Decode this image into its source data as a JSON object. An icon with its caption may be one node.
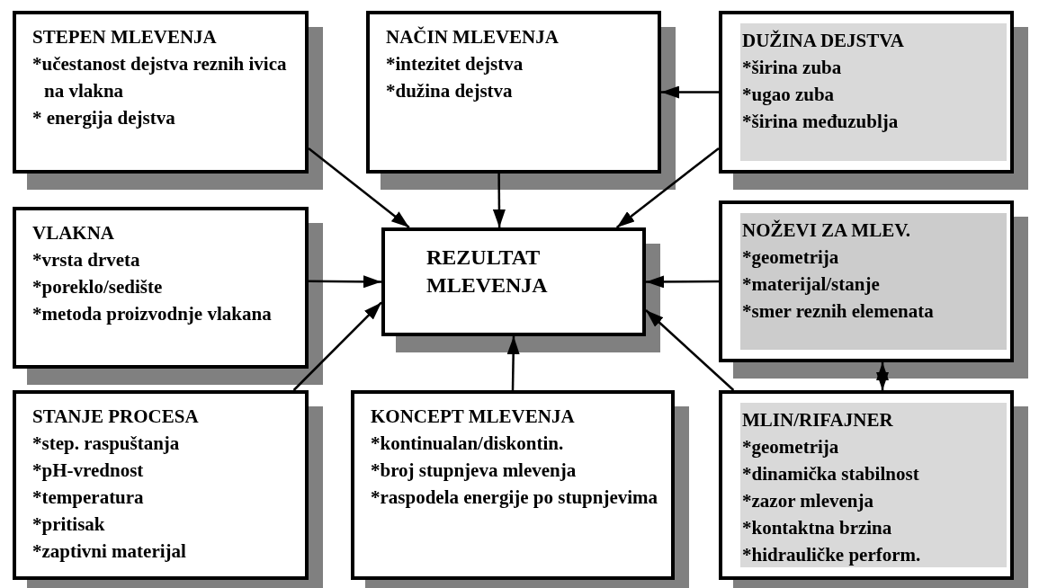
{
  "diagram": {
    "nodes": [
      {
        "text": [
          "STEPEN MLEVENJA",
          "*učestanost dejstva reznih ivica na vlakna",
          "* energija dejstva"
        ]
      },
      {
        "text": [
          "NAČIN MLEVENJA",
          "*intezitet dejstva",
          "*dužina dejstva"
        ]
      },
      {
        "text": [
          "DUŽINA DEJSTVA",
          "*širina zuba",
          "*ugao zuba",
          "*širina međuzublja"
        ]
      },
      {
        "text": [
          "VLAKNA",
          "*vrsta drveta",
          "*poreklo/sedište",
          "*metoda proizvodnje vlakana"
        ]
      },
      {
        "text": [
          "REZULTAT MLEVENJA"
        ]
      },
      {
        "text": [
          "NOŽEVI ZA MLEV.",
          "*geometrija",
          "*materijal/stanje",
          "*smer reznih elemenata"
        ]
      },
      {
        "text": [
          "STANJE PROCESA",
          "*step. raspuštanja",
          "*pH-vrednost",
          "*temperatura",
          "*pritisak",
          "*zaptivni materijal"
        ]
      },
      {
        "text": [
          "KONCEPT MLEVENJA",
          "*kontinualan/diskontin.",
          "*broj stupnjeva mlevenja",
          "*raspodela energije po stupnjevima"
        ]
      },
      {
        "text": [
          "MLIN/RIFAJNER",
          "*geometrija",
          "*dinamička stabilnost",
          "*zazor mlevenja",
          "*kontaktna brzina",
          "*hidrauličke perform."
        ]
      }
    ],
    "edges": [
      {
        "from": 0,
        "to": 4,
        "arrow": "to"
      },
      {
        "from": 1,
        "to": 4,
        "arrow": "to"
      },
      {
        "from": 2,
        "to": 1,
        "arrow": "to"
      },
      {
        "from": 2,
        "to": 4,
        "arrow": "to"
      },
      {
        "from": 3,
        "to": 4,
        "arrow": "to"
      },
      {
        "from": 5,
        "to": 4,
        "arrow": "to"
      },
      {
        "from": 6,
        "to": 4,
        "arrow": "to"
      },
      {
        "from": 7,
        "to": 4,
        "arrow": "to"
      },
      {
        "from": 8,
        "to": 4,
        "arrow": "to"
      },
      {
        "from": 5,
        "to": 8,
        "arrow": "both"
      }
    ]
  }
}
